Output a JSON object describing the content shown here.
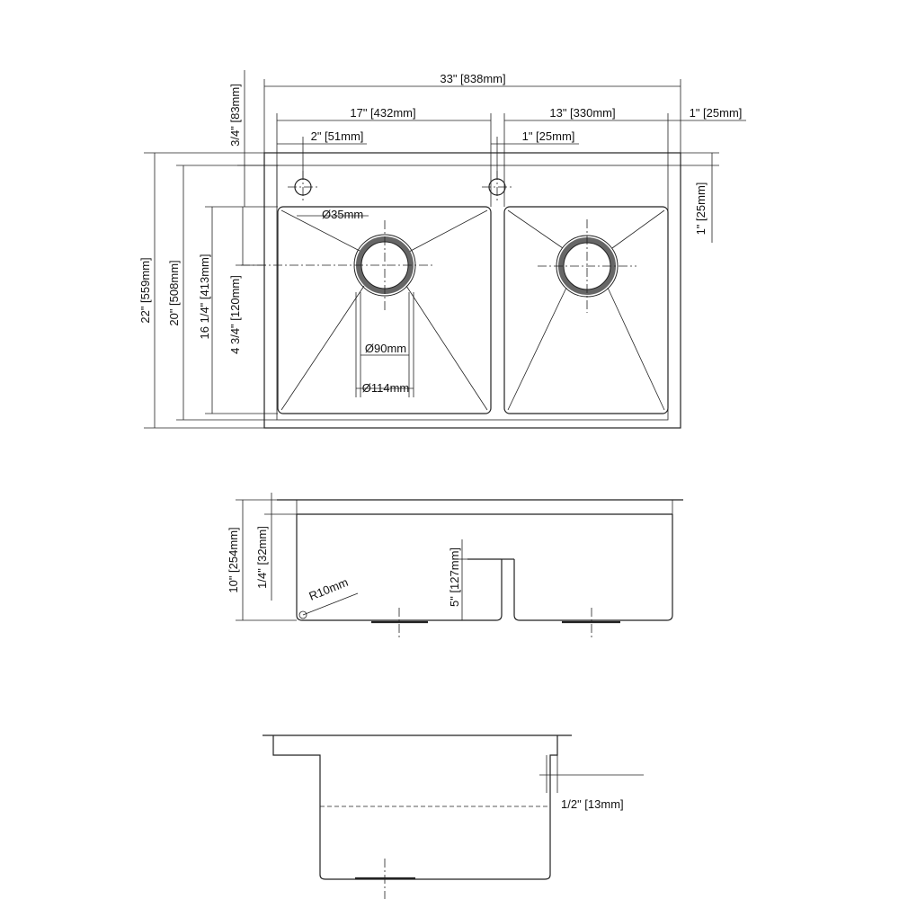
{
  "top_view": {
    "overall_width": "33\" [838mm]",
    "left_bowl_width": "17\" [432mm]",
    "right_bowl_width": "13\" [330mm]",
    "right_margin": "1\" [25mm]",
    "tap_hole_offset": "2\" [51mm]",
    "divider_offset": "1\" [25mm]",
    "back_deck": "3/4\" [83mm]",
    "tap_hole_dia": "Ø35mm",
    "front_margin": "1\" [25mm]",
    "overall_depth": "22\" [559mm]",
    "inner_depth": "20\" [508mm]",
    "bowl_depth": "16 1/4\" [413mm]",
    "drain_offset": "4 3/4\" [120mm]",
    "drain_inner_dia": "Ø90mm",
    "drain_outer_dia": "Ø114mm"
  },
  "front_view": {
    "bowl_height": "10\" [254mm]",
    "flange": "1/4\" [32mm]",
    "radius": "R10mm",
    "divider_height": "5\" [127mm]"
  },
  "side_view": {
    "lip": "1/2\" [13mm]"
  }
}
